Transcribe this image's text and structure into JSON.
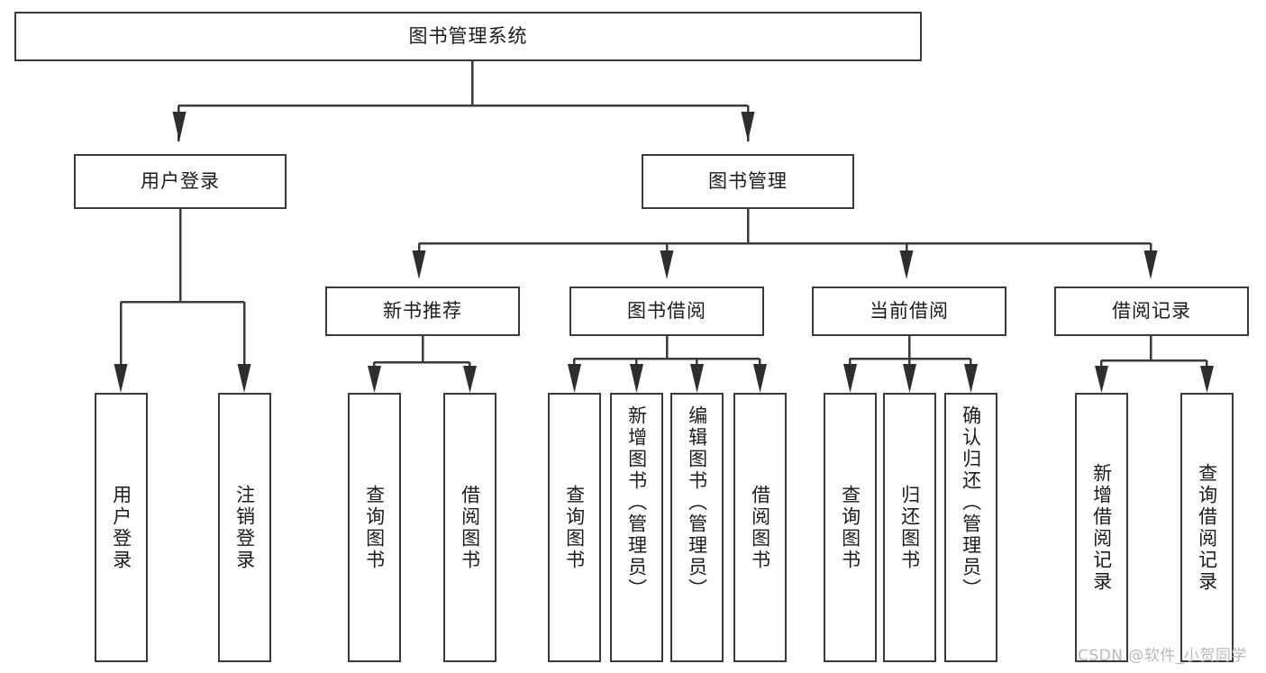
{
  "diagram": {
    "title": "图书管理系统",
    "type": "tree",
    "nodes": {
      "root": {
        "label": "图书管理系统",
        "orientation": "horizontal"
      },
      "l1": [
        {
          "id": "user-login",
          "label": "用户登录",
          "orientation": "horizontal"
        },
        {
          "id": "book-manage",
          "label": "图书管理",
          "orientation": "horizontal"
        }
      ],
      "l2": [
        {
          "id": "new-book-recommend",
          "label": "新书推荐",
          "orientation": "horizontal"
        },
        {
          "id": "book-borrow",
          "label": "图书借阅",
          "orientation": "horizontal"
        },
        {
          "id": "current-borrow",
          "label": "当前借阅",
          "orientation": "horizontal"
        },
        {
          "id": "borrow-record",
          "label": "借阅记录",
          "orientation": "horizontal"
        }
      ],
      "leaves": [
        {
          "id": "leaf-user-login",
          "label": "用户登录",
          "orientation": "vertical",
          "align": "centered"
        },
        {
          "id": "leaf-logout-login",
          "label": "注销登录",
          "orientation": "vertical",
          "align": "centered"
        },
        {
          "id": "leaf-query-book-1",
          "label": "查询图书",
          "orientation": "vertical",
          "align": "centered"
        },
        {
          "id": "leaf-borrow-book-1",
          "label": "借阅图书",
          "orientation": "vertical",
          "align": "centered"
        },
        {
          "id": "leaf-query-book-2",
          "label": "查询图书",
          "orientation": "vertical",
          "align": "centered"
        },
        {
          "id": "leaf-add-book-admin",
          "label": "新增图书（管理员）",
          "orientation": "vertical",
          "align": "top"
        },
        {
          "id": "leaf-edit-book-admin",
          "label": "编辑图书（管理员）",
          "orientation": "vertical",
          "align": "top"
        },
        {
          "id": "leaf-borrow-book-2",
          "label": "借阅图书",
          "orientation": "vertical",
          "align": "centered"
        },
        {
          "id": "leaf-query-book-3",
          "label": "查询图书",
          "orientation": "vertical",
          "align": "centered"
        },
        {
          "id": "leaf-return-book",
          "label": "归还图书",
          "orientation": "vertical",
          "align": "centered"
        },
        {
          "id": "leaf-confirm-return-admin",
          "label": "确认归还（管理员）",
          "orientation": "vertical",
          "align": "top"
        },
        {
          "id": "leaf-add-borrow-record",
          "label": "新增借阅记录",
          "orientation": "vertical",
          "align": "centered"
        },
        {
          "id": "leaf-query-borrow-record",
          "label": "查询借阅记录",
          "orientation": "vertical",
          "align": "centered"
        }
      ]
    },
    "colors": {
      "stroke": "#3a3a3a",
      "fill": "#ffffff",
      "text": "#1b1b1b",
      "watermark": "#b9b9b9"
    }
  },
  "watermark": {
    "text": "CSDN @软件_小贺同学"
  }
}
